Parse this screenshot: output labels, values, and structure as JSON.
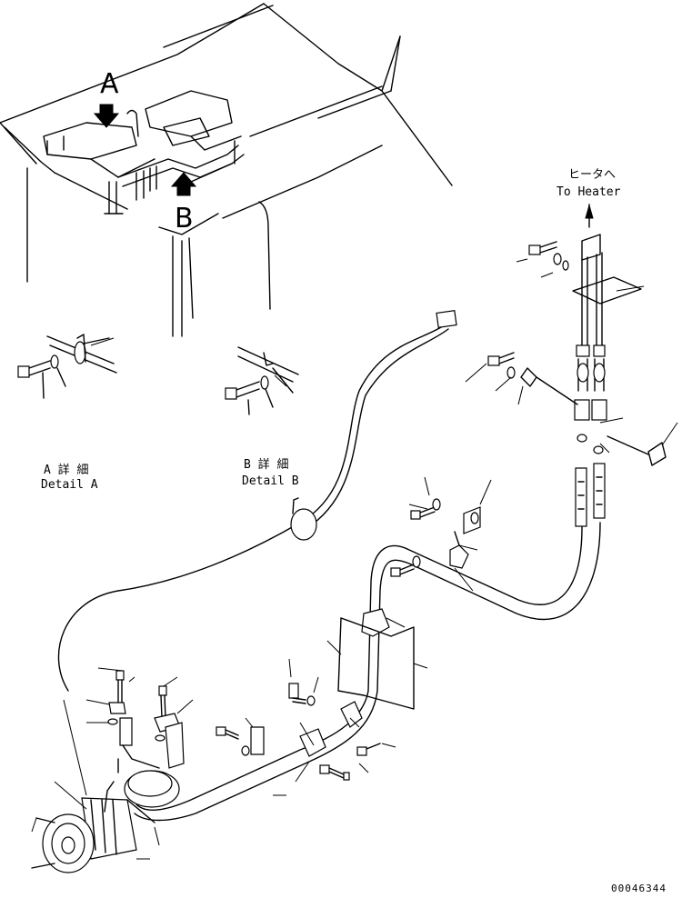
{
  "callouts": {
    "a": "A",
    "b": "B"
  },
  "heater": {
    "jp": "ヒータへ",
    "en": "To Heater"
  },
  "detail_a": {
    "jp": "A 詳 細",
    "en": "Detail A"
  },
  "detail_b": {
    "jp": "B 詳 細",
    "en": "Detail B"
  },
  "drawing_number": "00046344",
  "colors": {
    "ink": "#000000",
    "paper": "#ffffff"
  }
}
